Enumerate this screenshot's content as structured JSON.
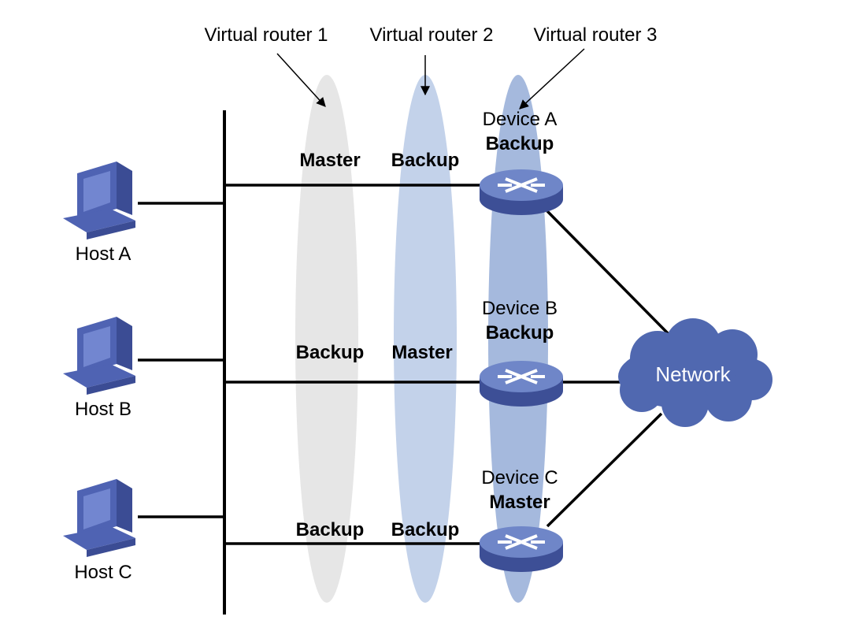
{
  "virtual_routers": [
    {
      "label": "Virtual router 1",
      "color": "#e6e6e6"
    },
    {
      "label": "Virtual router 2",
      "color": "#c3d2ea"
    },
    {
      "label": "Virtual router 3",
      "color": "#a5b9dd"
    }
  ],
  "devices": [
    {
      "name": "Device A",
      "role": "Backup"
    },
    {
      "name": "Device B",
      "role": "Backup"
    },
    {
      "name": "Device C",
      "role": "Master"
    }
  ],
  "roles": [
    {
      "vr1": "Master",
      "vr2": "Backup"
    },
    {
      "vr1": "Backup",
      "vr2": "Master"
    },
    {
      "vr1": "Backup",
      "vr2": "Backup"
    }
  ],
  "hosts": [
    {
      "label": "Host A"
    },
    {
      "label": "Host B"
    },
    {
      "label": "Host C"
    }
  ],
  "network": {
    "label": "Network",
    "color": "#5068b0"
  },
  "colors": {
    "device_body": "#5468b4",
    "device_top": "#6f86c8",
    "host": "#4f63b3",
    "line": "#000000"
  },
  "icons": {
    "host": "desktop-computer-icon",
    "device": "router-icon",
    "network": "cloud-icon"
  }
}
